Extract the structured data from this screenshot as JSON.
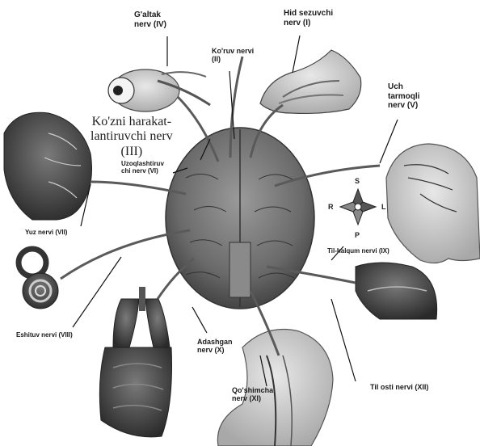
{
  "labels": {
    "galtak": [
      "G'altak",
      "nerv (IV)"
    ],
    "hid": [
      "Hid sezuvchi",
      "nerv (I)"
    ],
    "koruv": [
      "Ko'ruv nervi",
      "(II)"
    ],
    "uch": [
      "Uch",
      "tarmoqli",
      "nerv (V)"
    ],
    "kozni": [
      "Ko'zni harakat-",
      "lantiruvchi nerv",
      "(III)"
    ],
    "uzoq": [
      "Uzoqlashtiruv",
      "chi nerv (VI)"
    ],
    "yuz": [
      "Yuz nervi (VII)"
    ],
    "tilhalqum": [
      "Til-halqum nervi (IX)"
    ],
    "eshituv": [
      "Eshituv nervi (VIII)"
    ],
    "adashgan": [
      "Adashgan",
      "nerv (X)"
    ],
    "qoshimcha": [
      "Qo'shimcha",
      "nerv (XI)"
    ],
    "tilosti": [
      "Til osti nervi (XII)"
    ]
  },
  "compass": {
    "top": "S",
    "left": "R",
    "right": "L",
    "bottom": "P"
  },
  "colors": {
    "brain": "#6f6f6f",
    "line": "#111111",
    "skin": "#bdbdbd"
  }
}
